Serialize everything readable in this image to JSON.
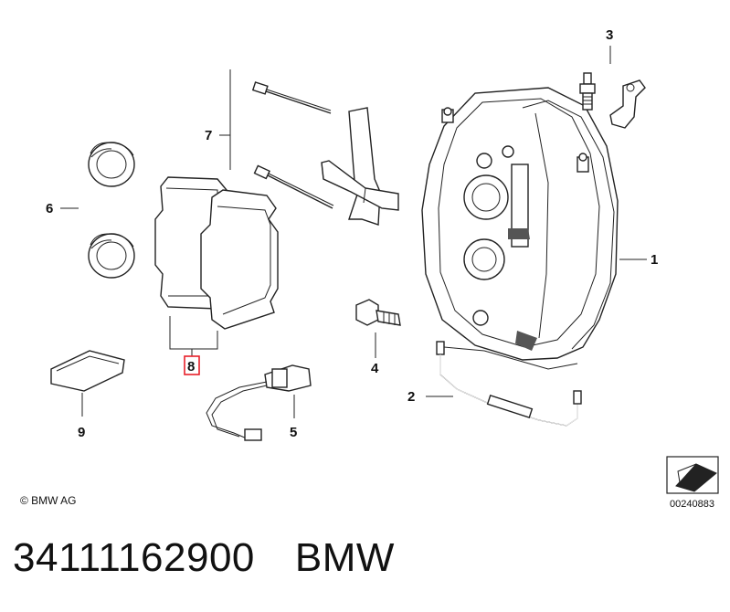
{
  "labels": {
    "l1": "1",
    "l2": "2",
    "l3": "3",
    "l4": "4",
    "l5": "5",
    "l6": "6",
    "l7": "7",
    "l8": "8",
    "l9": "9"
  },
  "highlight_color": "#e8202a",
  "copyright": "© BMW AG",
  "reference_code": "00240883",
  "footer": {
    "part_number": "34111162900",
    "brand": "BMW"
  }
}
